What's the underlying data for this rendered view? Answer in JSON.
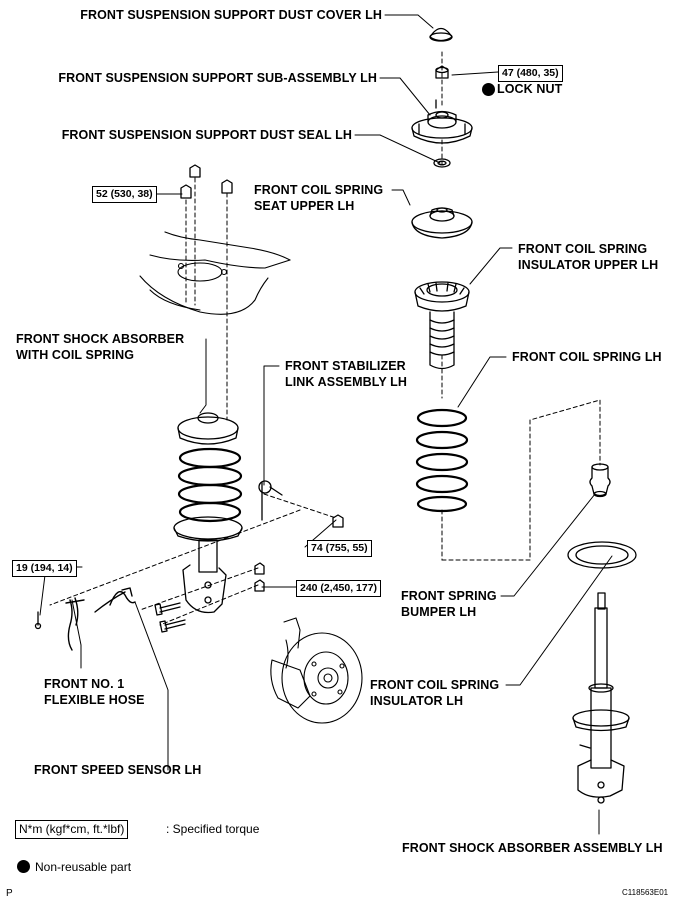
{
  "labels": {
    "dust_cover": "FRONT SUSPENSION SUPPORT DUST COVER LH",
    "support_sub_assembly": "FRONT SUSPENSION SUPPORT SUB-ASSEMBLY LH",
    "lock_nut": "LOCK NUT",
    "dust_seal": "FRONT SUSPENSION SUPPORT DUST SEAL LH",
    "coil_spring_seat_upper_l1": "FRONT COIL SPRING",
    "coil_spring_seat_upper_l2": "SEAT UPPER LH",
    "coil_spring_insulator_upper_l1": "FRONT COIL SPRING",
    "coil_spring_insulator_upper_l2": "INSULATOR UPPER LH",
    "shock_with_spring_l1": "FRONT SHOCK ABSORBER",
    "shock_with_spring_l2": "WITH COIL SPRING",
    "stabilizer_link_l1": "FRONT STABILIZER",
    "stabilizer_link_l2": "LINK ASSEMBLY LH",
    "coil_spring": "FRONT COIL SPRING LH",
    "flexible_hose_l1": "FRONT NO. 1",
    "flexible_hose_l2": "FLEXIBLE HOSE",
    "spring_bumper_l1": "FRONT SPRING",
    "spring_bumper_l2": "BUMPER LH",
    "coil_spring_insulator_l1": "FRONT COIL SPRING",
    "coil_spring_insulator_l2": "INSULATOR LH",
    "speed_sensor": "FRONT SPEED SENSOR LH",
    "shock_absorber_assembly": "FRONT SHOCK ABSORBER ASSEMBLY LH"
  },
  "torques": {
    "lock_nut_torque": "47 (480, 35)",
    "upper_nuts_torque": "52 (530, 38)",
    "stabilizer_nut_torque": "74 (755, 55)",
    "speed_sensor_bolt_torque": "19 (194, 14)",
    "knuckle_bolt_torque": "240 (2,450, 177)"
  },
  "legend": {
    "torque_key": "N*m (kgf*cm, ft.*lbf)",
    "torque_desc": ": Specified torque",
    "nonreusable": "Non-reusable part"
  },
  "footer": {
    "page_mark": "P",
    "figure_code": "C118563E01"
  }
}
